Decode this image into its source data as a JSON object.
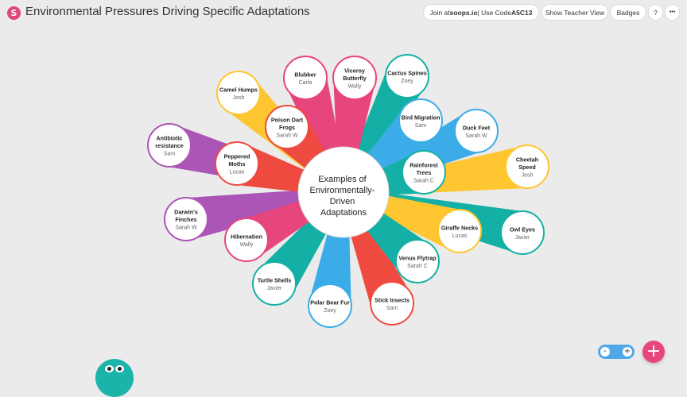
{
  "app": {
    "logo_letter": "S",
    "title": "Environmental Pressures Driving Specific Adaptations"
  },
  "header": {
    "join_prefix": "Join at ",
    "join_site": "soops.io",
    "join_mid": " | Use Code ",
    "join_code": "A5C13",
    "teacher_view_label": "Show Teacher View",
    "badges_label": "Badges",
    "help_label": "?",
    "more_label": "•••"
  },
  "center": {
    "lines": [
      "Examples of",
      "Environmentally-",
      "Driven",
      "Adaptations"
    ]
  },
  "colors": {
    "background": "#ebebeb",
    "red": "#ef4a3f",
    "pink": "#e7457d",
    "purple": "#ab55b6",
    "teal": "#14b0a5",
    "blue": "#3bace7",
    "yellow": "#fec630"
  },
  "nodes": [
    {
      "id": "camel-humps",
      "lines": [
        "Camel Humps"
      ],
      "author": "Josh",
      "color": "yellow"
    },
    {
      "id": "blubber",
      "lines": [
        "Blubber"
      ],
      "author": "Carla",
      "color": "pink"
    },
    {
      "id": "viceroy-butterfly",
      "lines": [
        "Viceroy",
        "Butterfly"
      ],
      "author": "Wally",
      "color": "pink"
    },
    {
      "id": "cactus-spines",
      "lines": [
        "Cactus Spines"
      ],
      "author": "Zoey",
      "color": "teal"
    },
    {
      "id": "poison-dart-frogs",
      "lines": [
        "Poison Dart",
        "Frogs"
      ],
      "author": "Sarah W",
      "color": "red"
    },
    {
      "id": "bird-migration",
      "lines": [
        "Bird Migration"
      ],
      "author": "Sam",
      "color": "blue"
    },
    {
      "id": "duck-feet",
      "lines": [
        "Duck Feet"
      ],
      "author": "Sarah W",
      "color": "blue"
    },
    {
      "id": "antibiotic-resistance",
      "lines": [
        "Antibiotic",
        "resistance"
      ],
      "author": "Sam",
      "color": "purple"
    },
    {
      "id": "peppered-moths",
      "lines": [
        "Peppered",
        "Moths"
      ],
      "author": "Lucas",
      "color": "red"
    },
    {
      "id": "cheetah-speed",
      "lines": [
        "Cheetah",
        "Speed"
      ],
      "author": "Josh",
      "color": "yellow"
    },
    {
      "id": "rainforest-trees",
      "lines": [
        "Rainforest",
        "Trees"
      ],
      "author": "Sarah C",
      "color": "teal"
    },
    {
      "id": "darwins-finches",
      "lines": [
        "Darwin's",
        "Finches"
      ],
      "author": "Sarah W",
      "color": "purple"
    },
    {
      "id": "giraffe-necks",
      "lines": [
        "Giraffe Necks"
      ],
      "author": "Lucas",
      "color": "yellow"
    },
    {
      "id": "owl-eyes",
      "lines": [
        "Owl Eyes"
      ],
      "author": "Javier",
      "color": "teal"
    },
    {
      "id": "hibernation",
      "lines": [
        "Hibernation"
      ],
      "author": "Wally",
      "color": "pink"
    },
    {
      "id": "venus-flytrap",
      "lines": [
        "Venus Flytrap"
      ],
      "author": "Sarah C",
      "color": "teal"
    },
    {
      "id": "turtle-shells",
      "lines": [
        "Turtle Shells"
      ],
      "author": "Javier",
      "color": "teal"
    },
    {
      "id": "polar-bear-fur",
      "lines": [
        "Polar Bear Fur"
      ],
      "author": "Zoey",
      "color": "blue"
    },
    {
      "id": "stick-insects",
      "lines": [
        "Stick Insects"
      ],
      "author": "Sam",
      "color": "red"
    }
  ],
  "zoom": {
    "minus": "-",
    "plus": "+"
  },
  "add_button": "+"
}
